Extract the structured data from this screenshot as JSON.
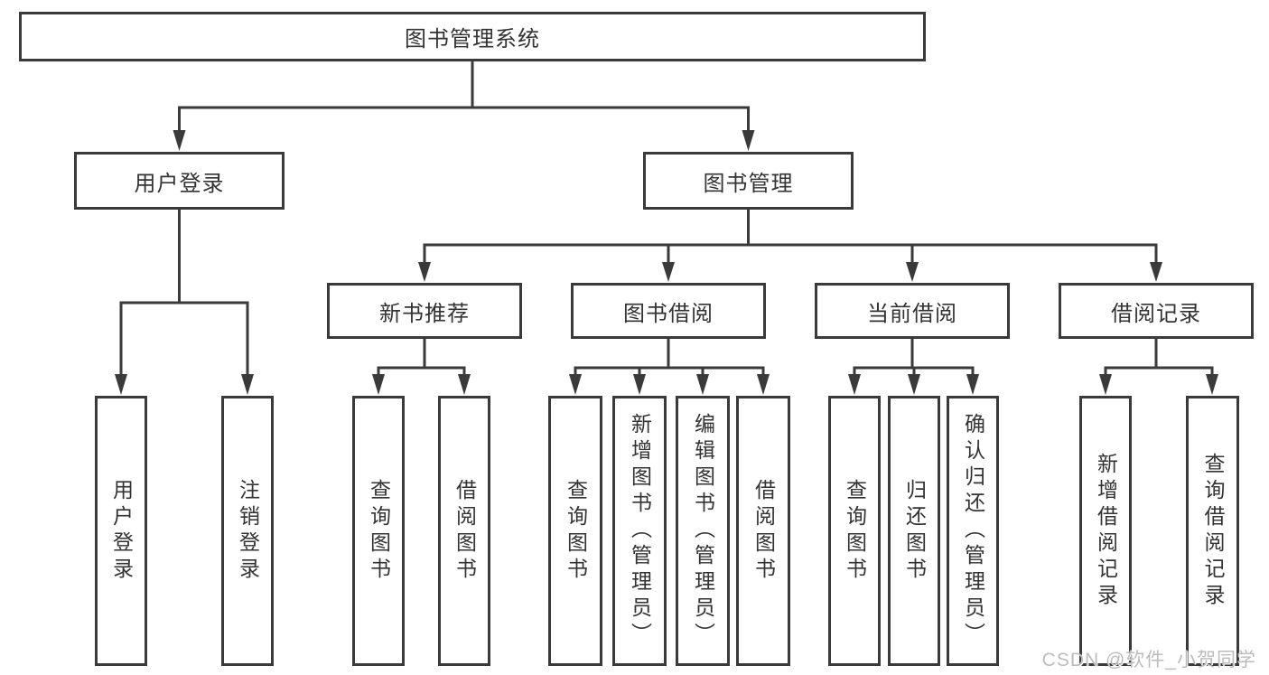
{
  "diagram_type": "hierarchy-tree",
  "colors": {
    "line": "#3a3a3a",
    "border": "#3a3a3a",
    "text": "#333333",
    "background": "#ffffff",
    "watermark": "#bcbcbc"
  },
  "watermark": {
    "text": "CSDN @软件_小贺同学"
  },
  "tree": {
    "label": "图书管理系统",
    "children": [
      {
        "label": "用户登录",
        "children": [
          {
            "label": "用户登录"
          },
          {
            "label": "注销登录"
          }
        ]
      },
      {
        "label": "图书管理",
        "children": [
          {
            "label": "新书推荐",
            "children": [
              {
                "label": "查询图书"
              },
              {
                "label": "借阅图书"
              }
            ]
          },
          {
            "label": "图书借阅",
            "children": [
              {
                "label": "查询图书"
              },
              {
                "label": "新增图书（管理员）"
              },
              {
                "label": "编辑图书（管理员）"
              },
              {
                "label": "借阅图书"
              }
            ]
          },
          {
            "label": "当前借阅",
            "children": [
              {
                "label": "查询图书"
              },
              {
                "label": "归还图书"
              },
              {
                "label": "确认归还（管理员）"
              }
            ]
          },
          {
            "label": "借阅记录",
            "children": [
              {
                "label": "新增借阅记录"
              },
              {
                "label": "查询借阅记录"
              }
            ]
          }
        ]
      }
    ]
  }
}
